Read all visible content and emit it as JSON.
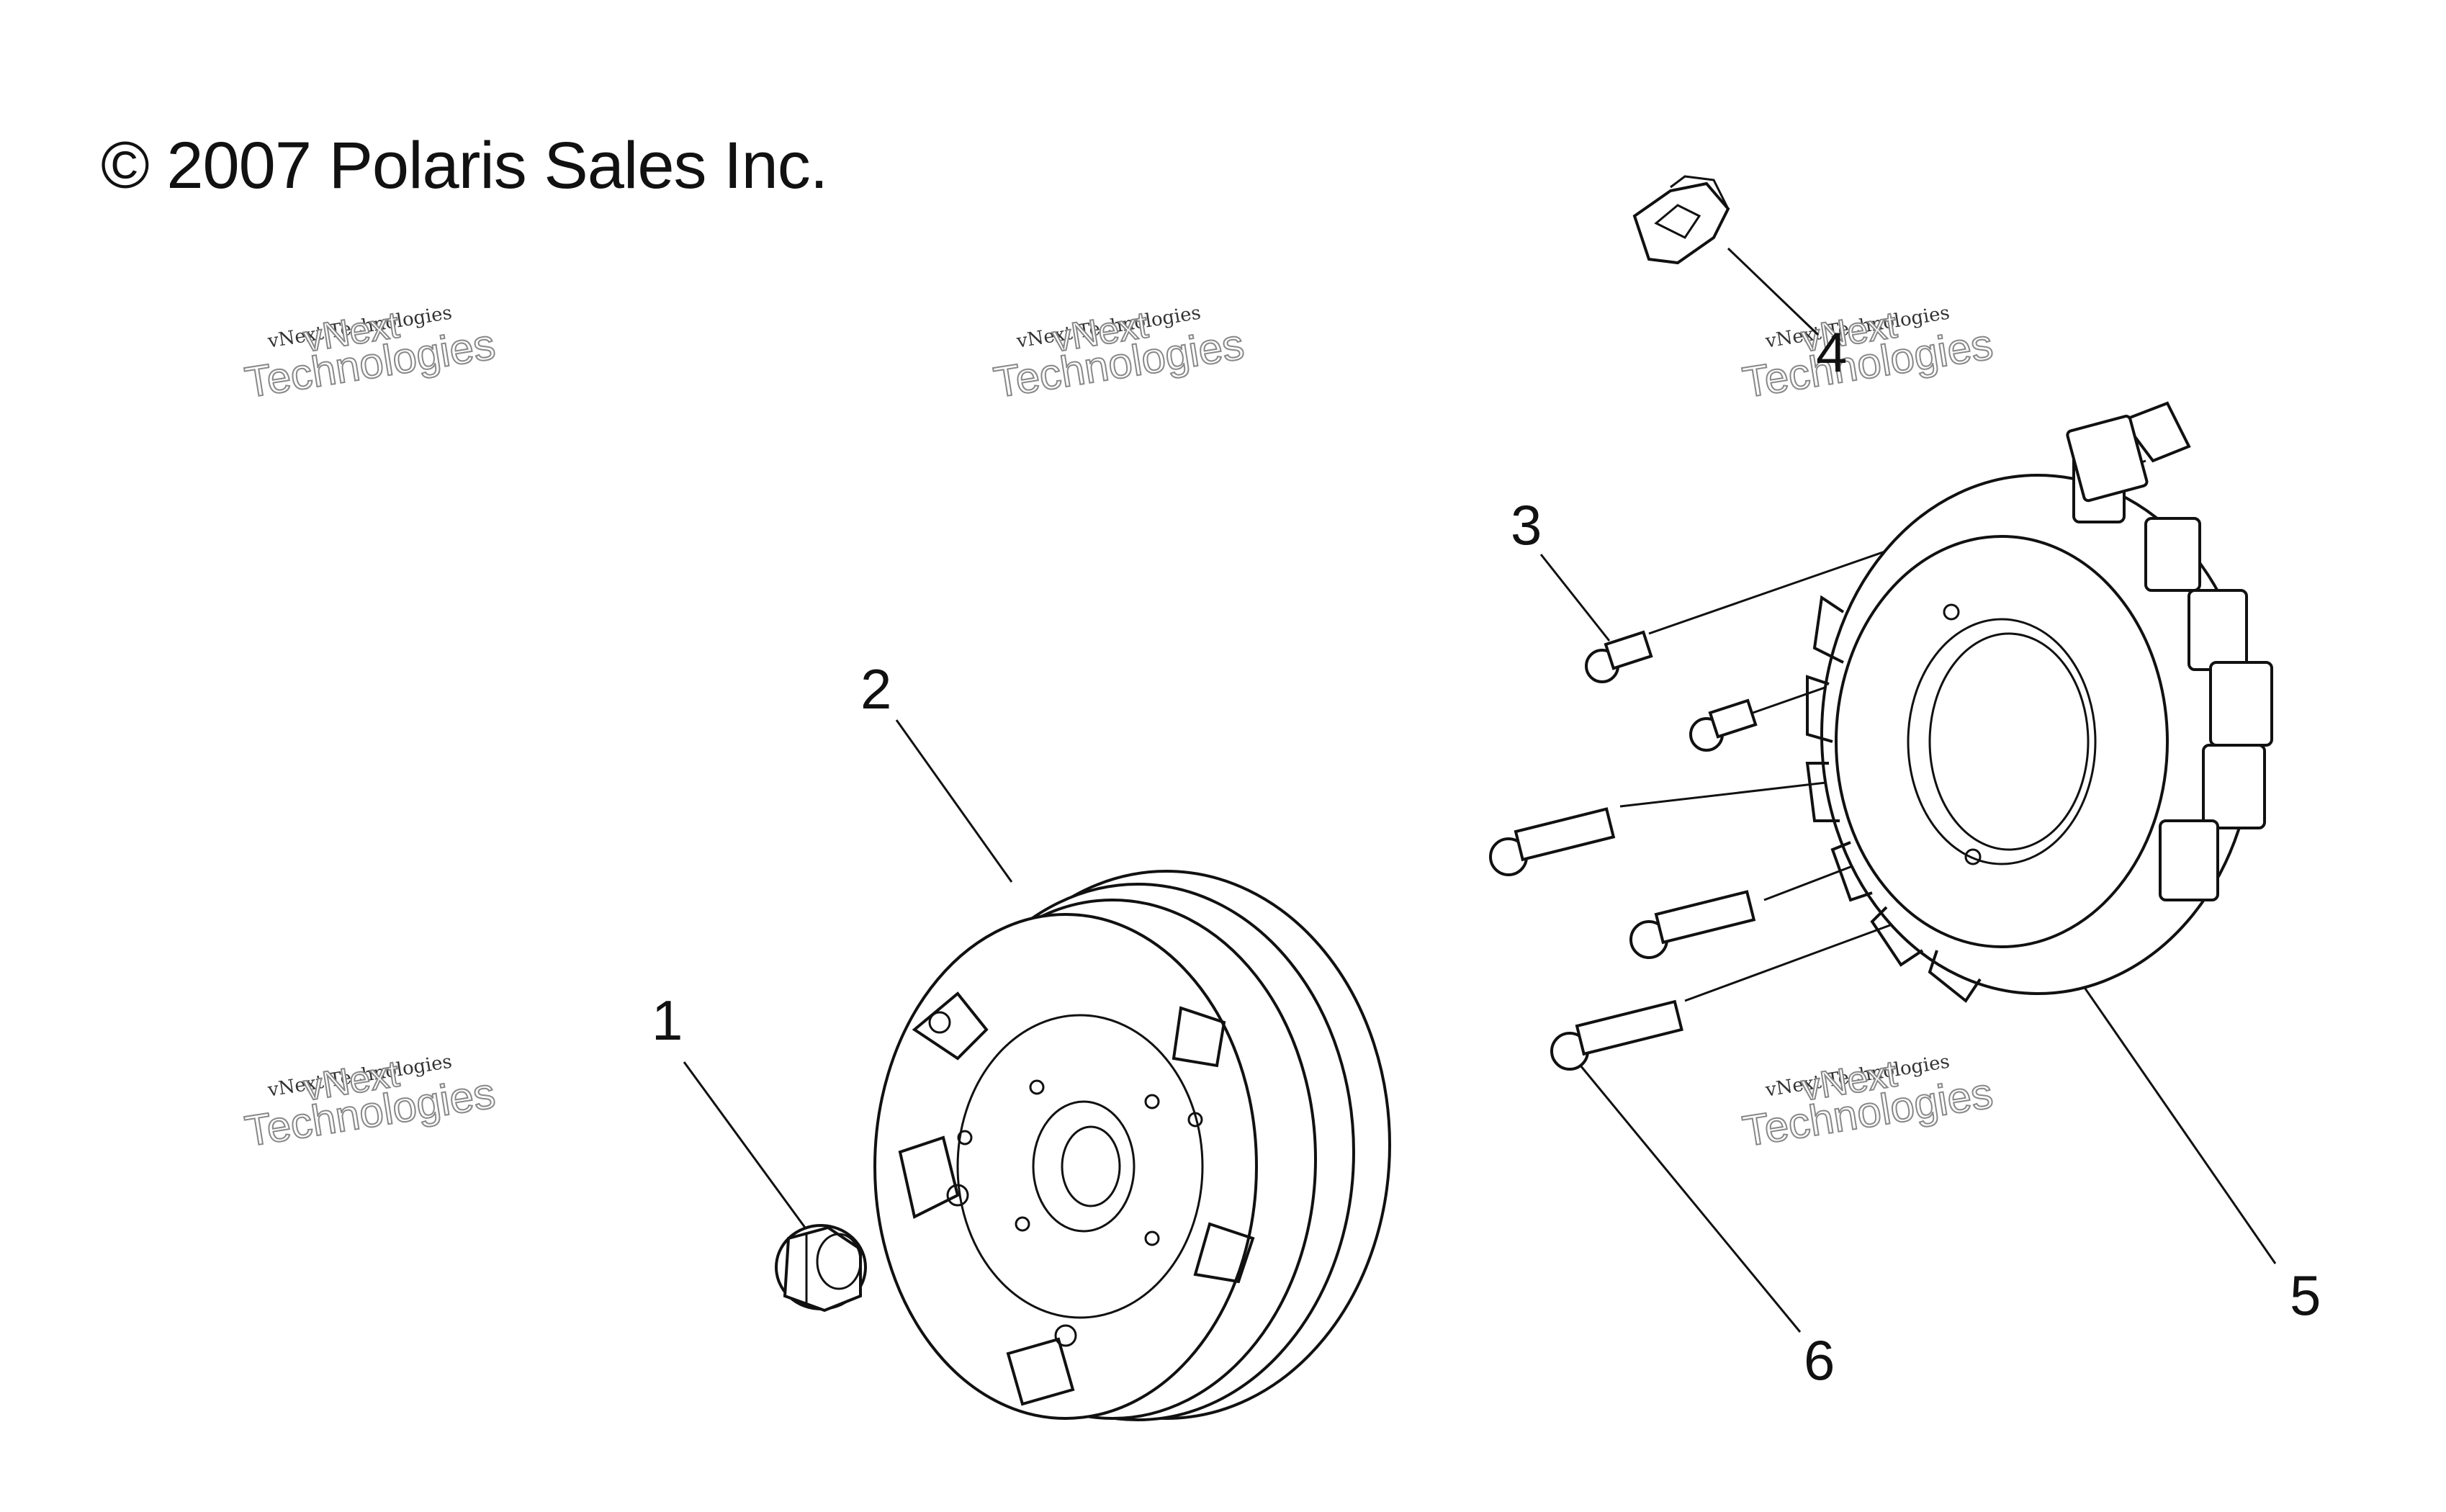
{
  "copyright": "© 2007 Polaris Sales Inc.",
  "callouts": [
    "1",
    "2",
    "3",
    "4",
    "5",
    "6"
  ],
  "watermark": {
    "line1": "vNext Technologies",
    "line2": "vNext",
    "line3": "Technologies"
  }
}
